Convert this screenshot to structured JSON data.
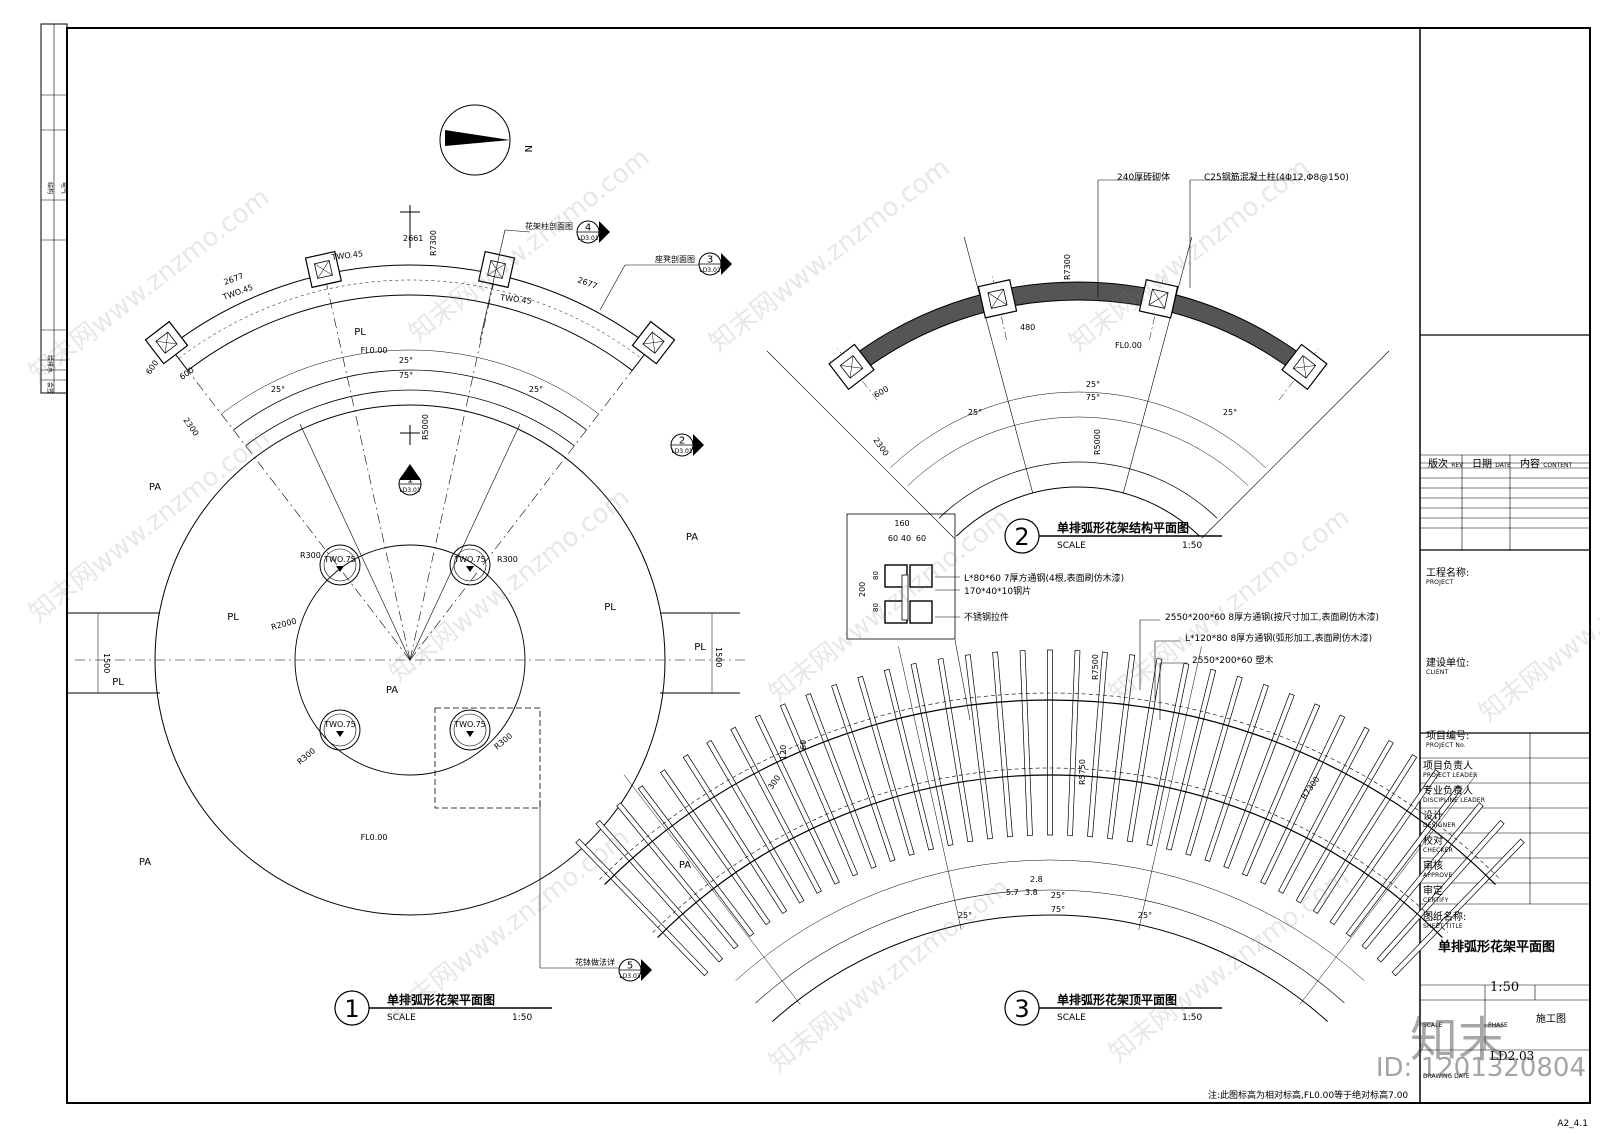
{
  "plans": {
    "plan1": {
      "num": "1",
      "title": "单排弧形花架平面图",
      "scale_label": "SCALE",
      "scale": "1:50"
    },
    "plan2": {
      "num": "2",
      "title": "单排弧形花架结构平面图",
      "scale_label": "SCALE",
      "scale": "1:50"
    },
    "plan3": {
      "num": "3",
      "title": "单排弧形花架顶平面图",
      "scale_label": "SCALE",
      "scale": "1:50"
    }
  },
  "plan1_labels": {
    "north": "N",
    "pl": "PL",
    "pa": "PA",
    "fl": "FL0.00",
    "two75": "TWO.75",
    "two45": "TWO.45",
    "r300": "R300",
    "r2000": "R2000",
    "r5000": "R5000",
    "r7300": "R7300",
    "dim2677": "2677",
    "dim2661": "2661",
    "dim600": "600",
    "dim2300": "2300",
    "dim1500": "1500",
    "ang25": "25°",
    "ang75": "75°",
    "callout4_text": "花架柱剖面图",
    "callout4_num": "4",
    "callout4_ref": "LD3.01",
    "callout3_text": "座凳剖面图",
    "callout3_num": "3",
    "callout3_ref": "LD3.02",
    "callout2_num": "2",
    "callout2_ref": "LD3.01",
    "callout1_num": "1",
    "callout1_ref": "LD3.01",
    "callout5_text": "花钵做法详",
    "callout5_num": "5",
    "callout5_ref": "LD3.03"
  },
  "plan2_labels": {
    "wall": "240厚砖砌体",
    "column": "C25钢筋混凝土柱(4Φ12,Φ8@150)",
    "r7300": "R7300",
    "r5000": "R5000",
    "fl": "FL0.00",
    "dim480": "480",
    "dim600": "600",
    "dim2300": "2300",
    "ang25": "25°",
    "ang75": "75°"
  },
  "detail": {
    "d160": "160",
    "d60a": "60",
    "d40": "40",
    "d60b": "60",
    "d200": "200",
    "d80a": "80",
    "d80b": "80",
    "spec1": "L*80*60 7厚方通钢(4根,表面刷仿木漆)",
    "spec2": "170*40*10钢片",
    "spec3": "不锈钢拉件"
  },
  "plan3_labels": {
    "spec1": "2550*200*60 8厚方通钢(按尺寸加工,表面刷仿木漆)",
    "spec2": "L*120*80 8厚方通钢(弧形加工,表面刷仿木漆)",
    "spec3": "2550*200*60 塑木",
    "r7500": "R7500",
    "r5750": "R5750",
    "r7300": "R7300",
    "d120": "120",
    "d60": "60",
    "d300": "300",
    "d57": "5.7",
    "d38": "3.8",
    "d28": "2.8",
    "ang25": "25°",
    "ang75": "75°"
  },
  "titleblock": {
    "rev": "版次",
    "rev_en": "REV",
    "date": "日期",
    "date_en": "DATE",
    "content": "内容",
    "content_en": "CONTENT",
    "project": "工程名称:",
    "project_en": "PROJECT",
    "client": "建设单位:",
    "client_en": "CLIENT",
    "project_no": "项目编号:",
    "project_no_en": "PROJECT No.",
    "leader": "项目负责人",
    "leader_en": "PROJECT LEADER",
    "discipline": "专业负责人",
    "discipline_en": "DISCIPLINE LEADER",
    "designer": "设计",
    "designer_en": "DESIGNER",
    "checker": "校对",
    "checker_en": "CHECKER",
    "approve": "审核",
    "approve_en": "APPROVE",
    "certify": "审定",
    "certify_en": "CERTIFY",
    "sheet_title": "图纸名称:",
    "sheet_title_en": "SHEET TITLE",
    "sheet_name": "单排弧形花架平面图",
    "scale": "1:50",
    "scale_label": "SCALE",
    "phase_label": "PHASE",
    "phase": "施工图",
    "sheet_no": "LD2.03",
    "date_label": "DRAWING DATE"
  },
  "left_strip": {
    "a": "结构",
    "b": "给排水",
    "c": "电气",
    "d": "会签"
  },
  "note": "注:此图标高为相对标高,FL0.00等于绝对标高7.00",
  "watermark": "知末网www.znzmo.com",
  "id_text": "ID: 1201320804",
  "logo": "知末",
  "sheet_code": "A2_4.1"
}
